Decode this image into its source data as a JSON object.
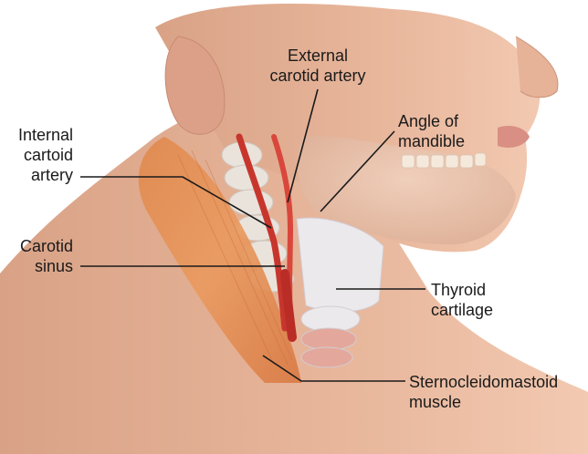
{
  "labels": {
    "external_carotid": "External\ncarotid artery",
    "angle_of_mandible": "Angle of\nmandible",
    "internal_carotid": "Internal\ncartoid\nartery",
    "carotid_sinus": "Carotid\nsinus",
    "thyroid_cartilage": "Thyroid\ncartilage",
    "sternocleidomastoid": "Sternocleidomastoid\nmuscle"
  }
}
